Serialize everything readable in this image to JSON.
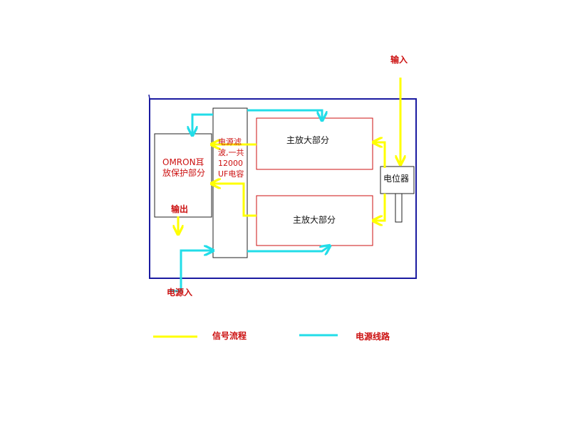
{
  "colors": {
    "enclosure": "#1a1aa0",
    "amp_border": "#cc1111",
    "signal": "#ffff00",
    "power": "#22dde8",
    "red_text": "#cc1111",
    "black_text": "#111111"
  },
  "labels": {
    "input": "输入",
    "power_in": "电源入",
    "output": "输出",
    "omron_block": "OMRON耳放保护部分",
    "filter_block": "电源滤波,一共12000UF电容",
    "amp_top": "主放大部分",
    "amp_bottom": "主放大部分",
    "potentiometer": "电位器"
  },
  "legend": [
    {
      "label": "信号流程",
      "color": "#ffff00"
    },
    {
      "label": "电源线路",
      "color": "#22dde8"
    }
  ]
}
